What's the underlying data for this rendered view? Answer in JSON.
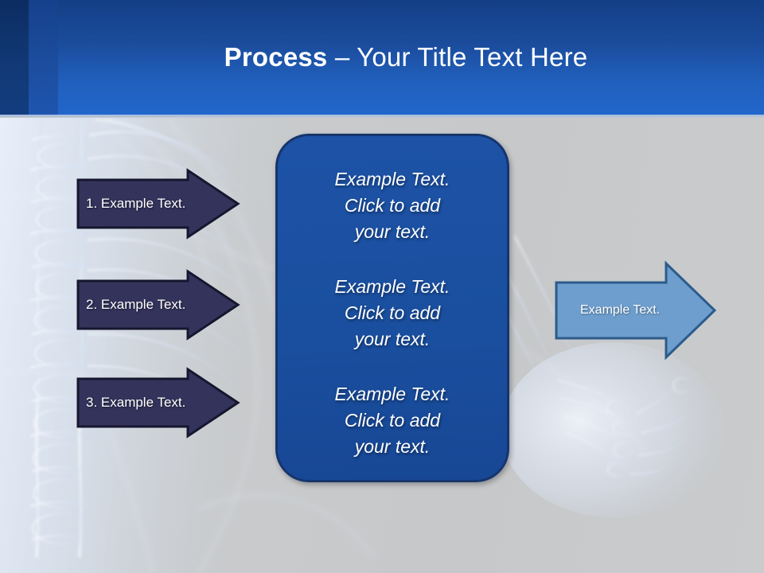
{
  "slide": {
    "background_color": "#c9cbcd",
    "header_color": "#2160bd",
    "accent_dark": "#16356d",
    "artwork": "xray-skeleton-spine-and-hand"
  },
  "header": {
    "title_strong": "Process",
    "title_light": " – Your Title Text Here"
  },
  "steps": [
    {
      "label": "1. Example Text.",
      "fill": "#34335c",
      "border": "#16162e"
    },
    {
      "label": "2. Example Text.",
      "fill": "#34335c",
      "border": "#16162e"
    },
    {
      "label": "3. Example Text.",
      "fill": "#34335c",
      "border": "#16162e"
    }
  ],
  "center_panel": {
    "fill": "#1d52a6",
    "border": "#16356d",
    "blocks": [
      "Example Text.\nClick  to add\nyour text.",
      "Example Text.\nClick  to add\nyour text.",
      "Example Text.\nClick  to add\nyour text."
    ]
  },
  "output_arrow": {
    "label": "Example Text.",
    "fill": "#6e9ecd",
    "border": "#2c5b8c"
  }
}
